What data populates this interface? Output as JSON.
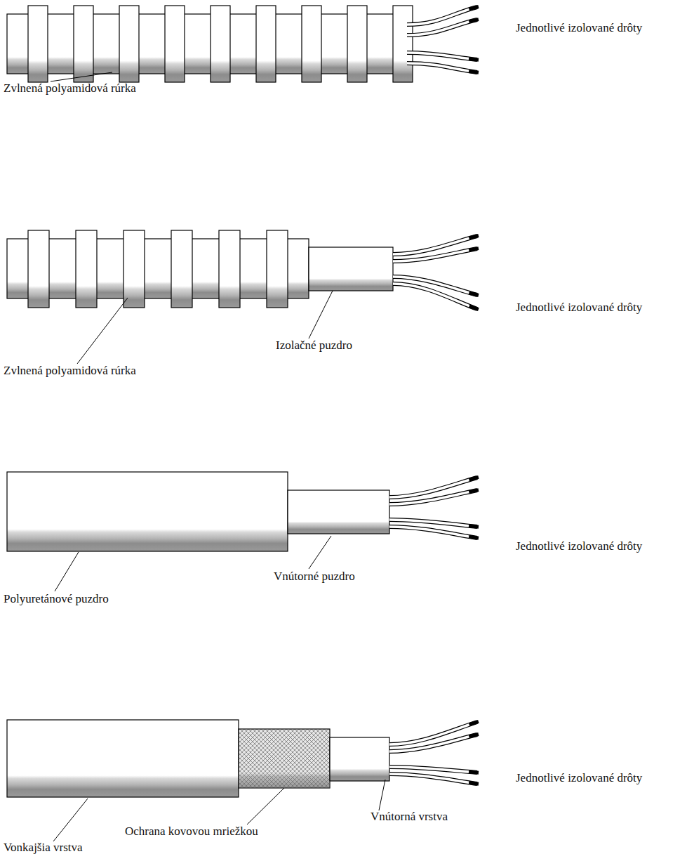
{
  "diagram": {
    "labels": [
      "Jednotlivé izolované drôty",
      "Zvlnená polyamidová rúrka",
      "Jednotlivé izolované drôty",
      "Izolačné puzdro",
      "Zvlnená polyamidová rúrka",
      "Jednotlivé izolované drôty",
      "Vnútorné puzdro",
      "Polyuretánové puzdro",
      "Jednotlivé izolované drôty",
      "Vnútorná vrstva",
      "Ochrana kovovou mriežkou",
      "Vonkajšia vrstva"
    ]
  }
}
